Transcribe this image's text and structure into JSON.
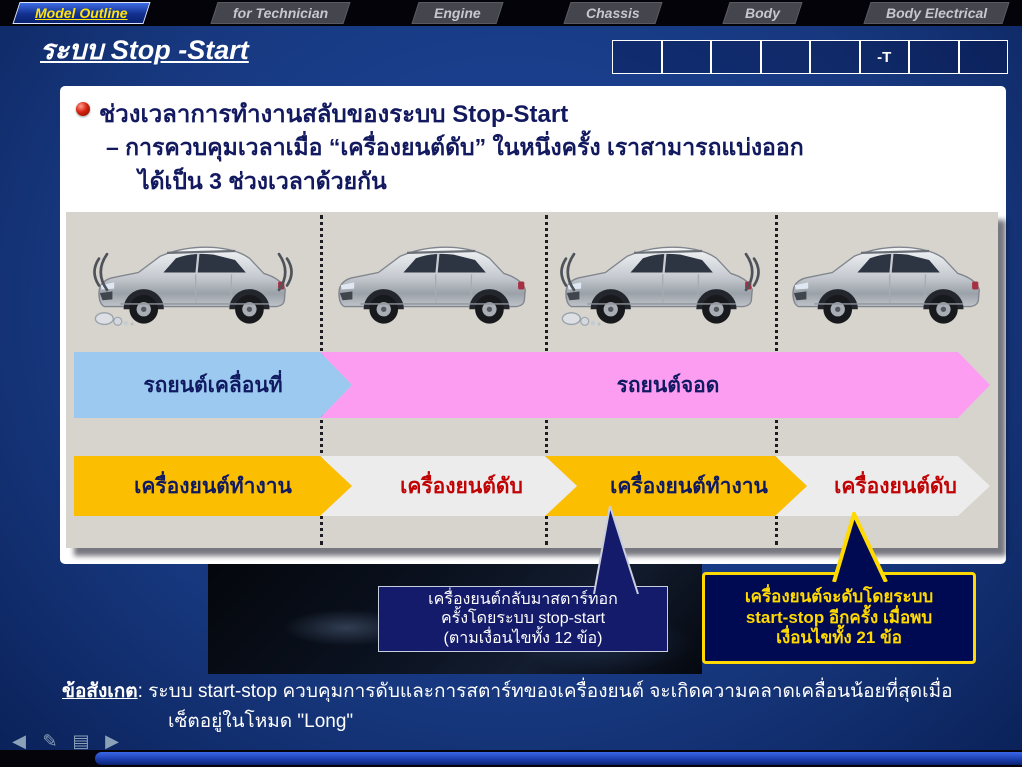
{
  "colors": {
    "page-bg": "#17387f",
    "page-bg-light": "#1e479e",
    "page-bg-dark": "#0a2158",
    "panel-bg": "#ffffff",
    "heading": "#12195f",
    "diagram-bg": "#d7d3cd",
    "arrow-blue": "#9cc9f0",
    "arrow-pink": "#fc9df2",
    "arrow-amber": "#fcbe00",
    "arrow-gray": "#ececec",
    "arrow-text": "#101a60",
    "arrow-text-red": "#c00406",
    "callout-navy": "#151b6b",
    "callout-navy2": "#000a52",
    "callout-yellow": "#ffd900",
    "tab-active-text": "#ffe40a"
  },
  "navbar": {
    "tabs": [
      {
        "label": "Model Outline",
        "active": true
      },
      {
        "label": "for Technician",
        "active": false
      },
      {
        "label": "Engine",
        "active": false
      },
      {
        "label": "Chassis",
        "active": false
      },
      {
        "label": "Body",
        "active": false
      },
      {
        "label": "Body Electrical",
        "active": false
      }
    ]
  },
  "header": {
    "title": "ระบบ Stop -Start",
    "index_cells": [
      "",
      "",
      "",
      "",
      "",
      "-T",
      "",
      ""
    ]
  },
  "content": {
    "heading": "ช่วงเวลาการทำงานสลับของระบบ Stop-Start",
    "sub_line1": "– การควบคุมเวลาเมื่อ “เครื่องยนต์ดับ” ในหนึ่งครั้ง เราสามารถแบ่งออก",
    "sub_line2": "ได้เป็น 3 ช่วงเวลาด้วยกัน"
  },
  "diagram": {
    "row1": [
      {
        "label": "รถยนต์เคลื่อนที่"
      },
      {
        "label": "รถยนต์จอด"
      }
    ],
    "row2": [
      {
        "label": "เครื่องยนต์ทำงาน"
      },
      {
        "label": "เครื่องยนต์ดับ"
      },
      {
        "label": "เครื่องยนต์ทำงาน"
      },
      {
        "label": "เครื่องยนต์ดับ"
      }
    ],
    "cars": [
      {
        "state": "running"
      },
      {
        "state": "off"
      },
      {
        "state": "running"
      },
      {
        "state": "off"
      }
    ]
  },
  "callouts": {
    "left": {
      "lines": [
        "เครื่องยนต์กลับมาสตาร์ทอีก",
        "ครั้งโดยระบบ stop-start",
        "(ตามเงื่อนไขทั้ง 12 ข้อ)"
      ]
    },
    "right": {
      "lines": [
        "เครื่องยนต์จะดับโดยระบบ",
        "start-stop อีกครั้ง เมื่อพบ",
        "เงื่อนไขทั้ง 21 ข้อ"
      ]
    }
  },
  "note": {
    "label": "ข้อสังเกต",
    "line1_rest": ": ระบบ start-stop ควบคุมการดับและการสตาร์ทของเครื่องยนต์ จะเกิดความคลาดเคลื่อนน้อยที่สุดเมื่อ",
    "line2": "เซ็ตอยู่ในโหมด  \"Long\""
  },
  "footer": {
    "icons": [
      {
        "name": "back",
        "glyph": "◀"
      },
      {
        "name": "pen",
        "glyph": "✎"
      },
      {
        "name": "notes",
        "glyph": "▤"
      },
      {
        "name": "forward",
        "glyph": "▶"
      }
    ]
  }
}
